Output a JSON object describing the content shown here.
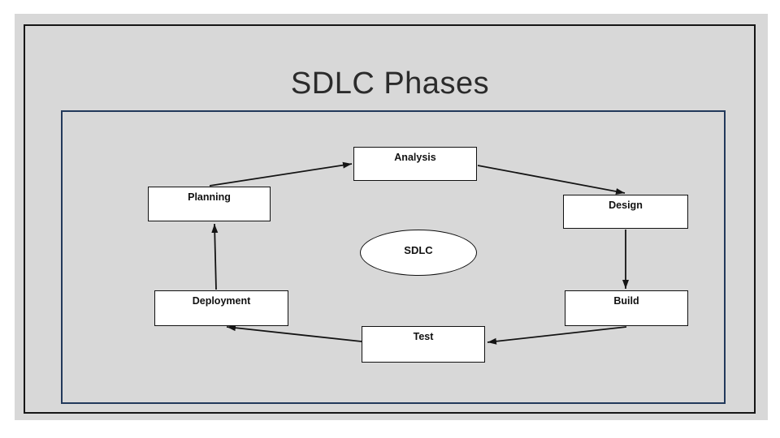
{
  "slide": {
    "title": "SDLC Phases"
  },
  "diagram": {
    "center": {
      "id": "sdlc",
      "shape": "ellipse",
      "label": "SDLC"
    },
    "nodes": [
      {
        "id": "analysis",
        "label": "Analysis"
      },
      {
        "id": "planning",
        "label": "Planning"
      },
      {
        "id": "design",
        "label": "Design"
      },
      {
        "id": "deployment",
        "label": "Deployment"
      },
      {
        "id": "build",
        "label": "Build"
      },
      {
        "id": "test",
        "label": "Test"
      }
    ],
    "edges": [
      {
        "from": "planning",
        "to": "analysis"
      },
      {
        "from": "analysis",
        "to": "design"
      },
      {
        "from": "design",
        "to": "build"
      },
      {
        "from": "build",
        "to": "test"
      },
      {
        "from": "test",
        "to": "deployment"
      },
      {
        "from": "deployment",
        "to": "planning"
      }
    ]
  },
  "colors": {
    "page_background": "#ffffff",
    "slide_background": "#d8d8d8",
    "outer_frame_border": "#161616",
    "diagram_frame_border": "#22395b",
    "node_fill": "#ffffff",
    "node_border": "#111111",
    "arrow": "#141414",
    "title_text": "#2b2b2b"
  }
}
